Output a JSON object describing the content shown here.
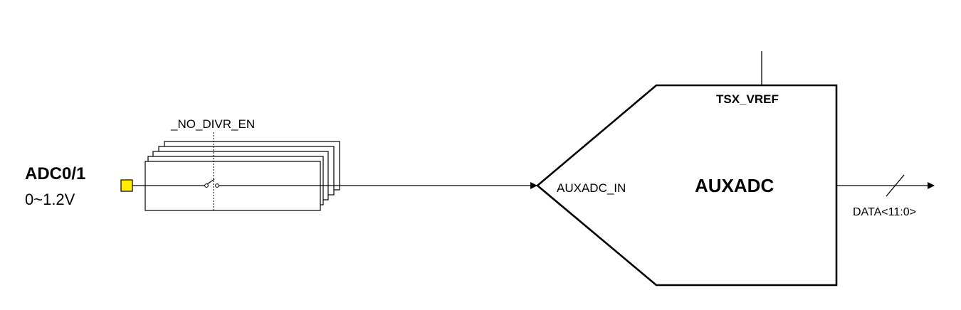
{
  "pin": {
    "name": "ADC0/1",
    "range": "0~1.2V",
    "range_color": "#1a1acc",
    "pad_color": "#ffee00"
  },
  "divider": {
    "label": "_NO_DIVR_EN",
    "icon": "switch-icon"
  },
  "adc": {
    "name": "AUXADC",
    "input_label": "AUXADC_IN",
    "vref_label": "TSX_VREF",
    "output_label": "DATA<11:0>"
  }
}
